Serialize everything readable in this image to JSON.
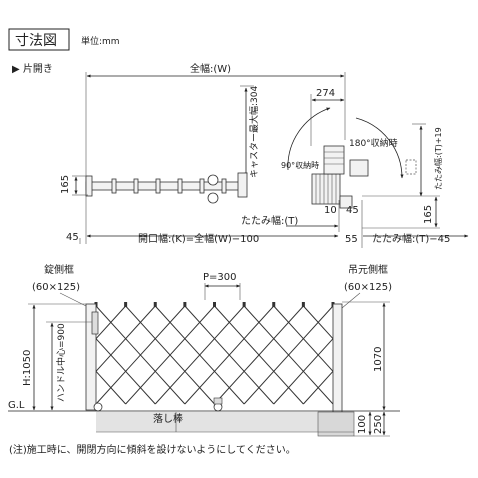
{
  "header": {
    "title": "寸法図",
    "unit": "単位:mm"
  },
  "plan": {
    "section_label": "▶ 片開き",
    "full_width": "全幅:(W)",
    "caster_width": "キャスター最大幅:304",
    "dim_274": "274",
    "rot_180": "180°収納時",
    "rot_90": "90°収納時",
    "fold_t19": "たたみ幅:(T)+19",
    "dim_165_left": "165",
    "dim_165_right": "165",
    "dim_10": "10",
    "dim_45_mid": "45",
    "fold_t": "たたみ幅:(T)",
    "dim_45_left": "45",
    "opening": "開口幅:(K)=全幅(W)−100",
    "dim_55": "55",
    "fold_t45": "たたみ幅:(T)−45"
  },
  "elevation": {
    "lock_post": "錠側框",
    "lock_post_size": "(60×125)",
    "pitch": "P=300",
    "hinge_post": "吊元側框",
    "hinge_post_size": "(60×125)",
    "height": "H:1050",
    "handle_center": "ハンドル中心=900",
    "dim_1070": "1070",
    "gl": "G.L",
    "drop_rod": "落し棒",
    "dim_100": "100",
    "dim_250": "250"
  },
  "note": "(注)施工時に、開閉方向に傾斜を設けないようにしてください。"
}
